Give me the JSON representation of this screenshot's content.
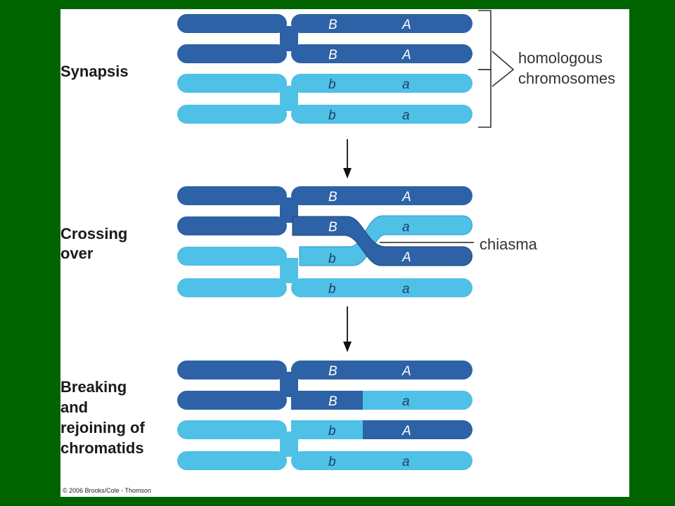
{
  "colors": {
    "background": "#006400",
    "dark_chromatid": "#2e62a6",
    "dark_chromatid_stroke": "#1d4178",
    "light_chromatid": "#4fc0e6",
    "light_chromatid_stroke": "#2b97c4"
  },
  "stages": {
    "synapsis": {
      "label_lines": [
        "Synapsis"
      ]
    },
    "crossing_over": {
      "label_lines": [
        "Crossing",
        "over"
      ]
    },
    "breaking": {
      "label_lines": [
        "Breaking",
        "and",
        "rejoining of",
        "chromatids"
      ]
    }
  },
  "alleles": {
    "dominant_b": "B",
    "dominant_a": "A",
    "recessive_b": "b",
    "recessive_a": "a"
  },
  "annotations": {
    "homologous_line1": "homologous",
    "homologous_line2": "chromosomes",
    "chiasma": "chiasma"
  },
  "copyright": "© 2006 Brooks/Cole - Thomson"
}
